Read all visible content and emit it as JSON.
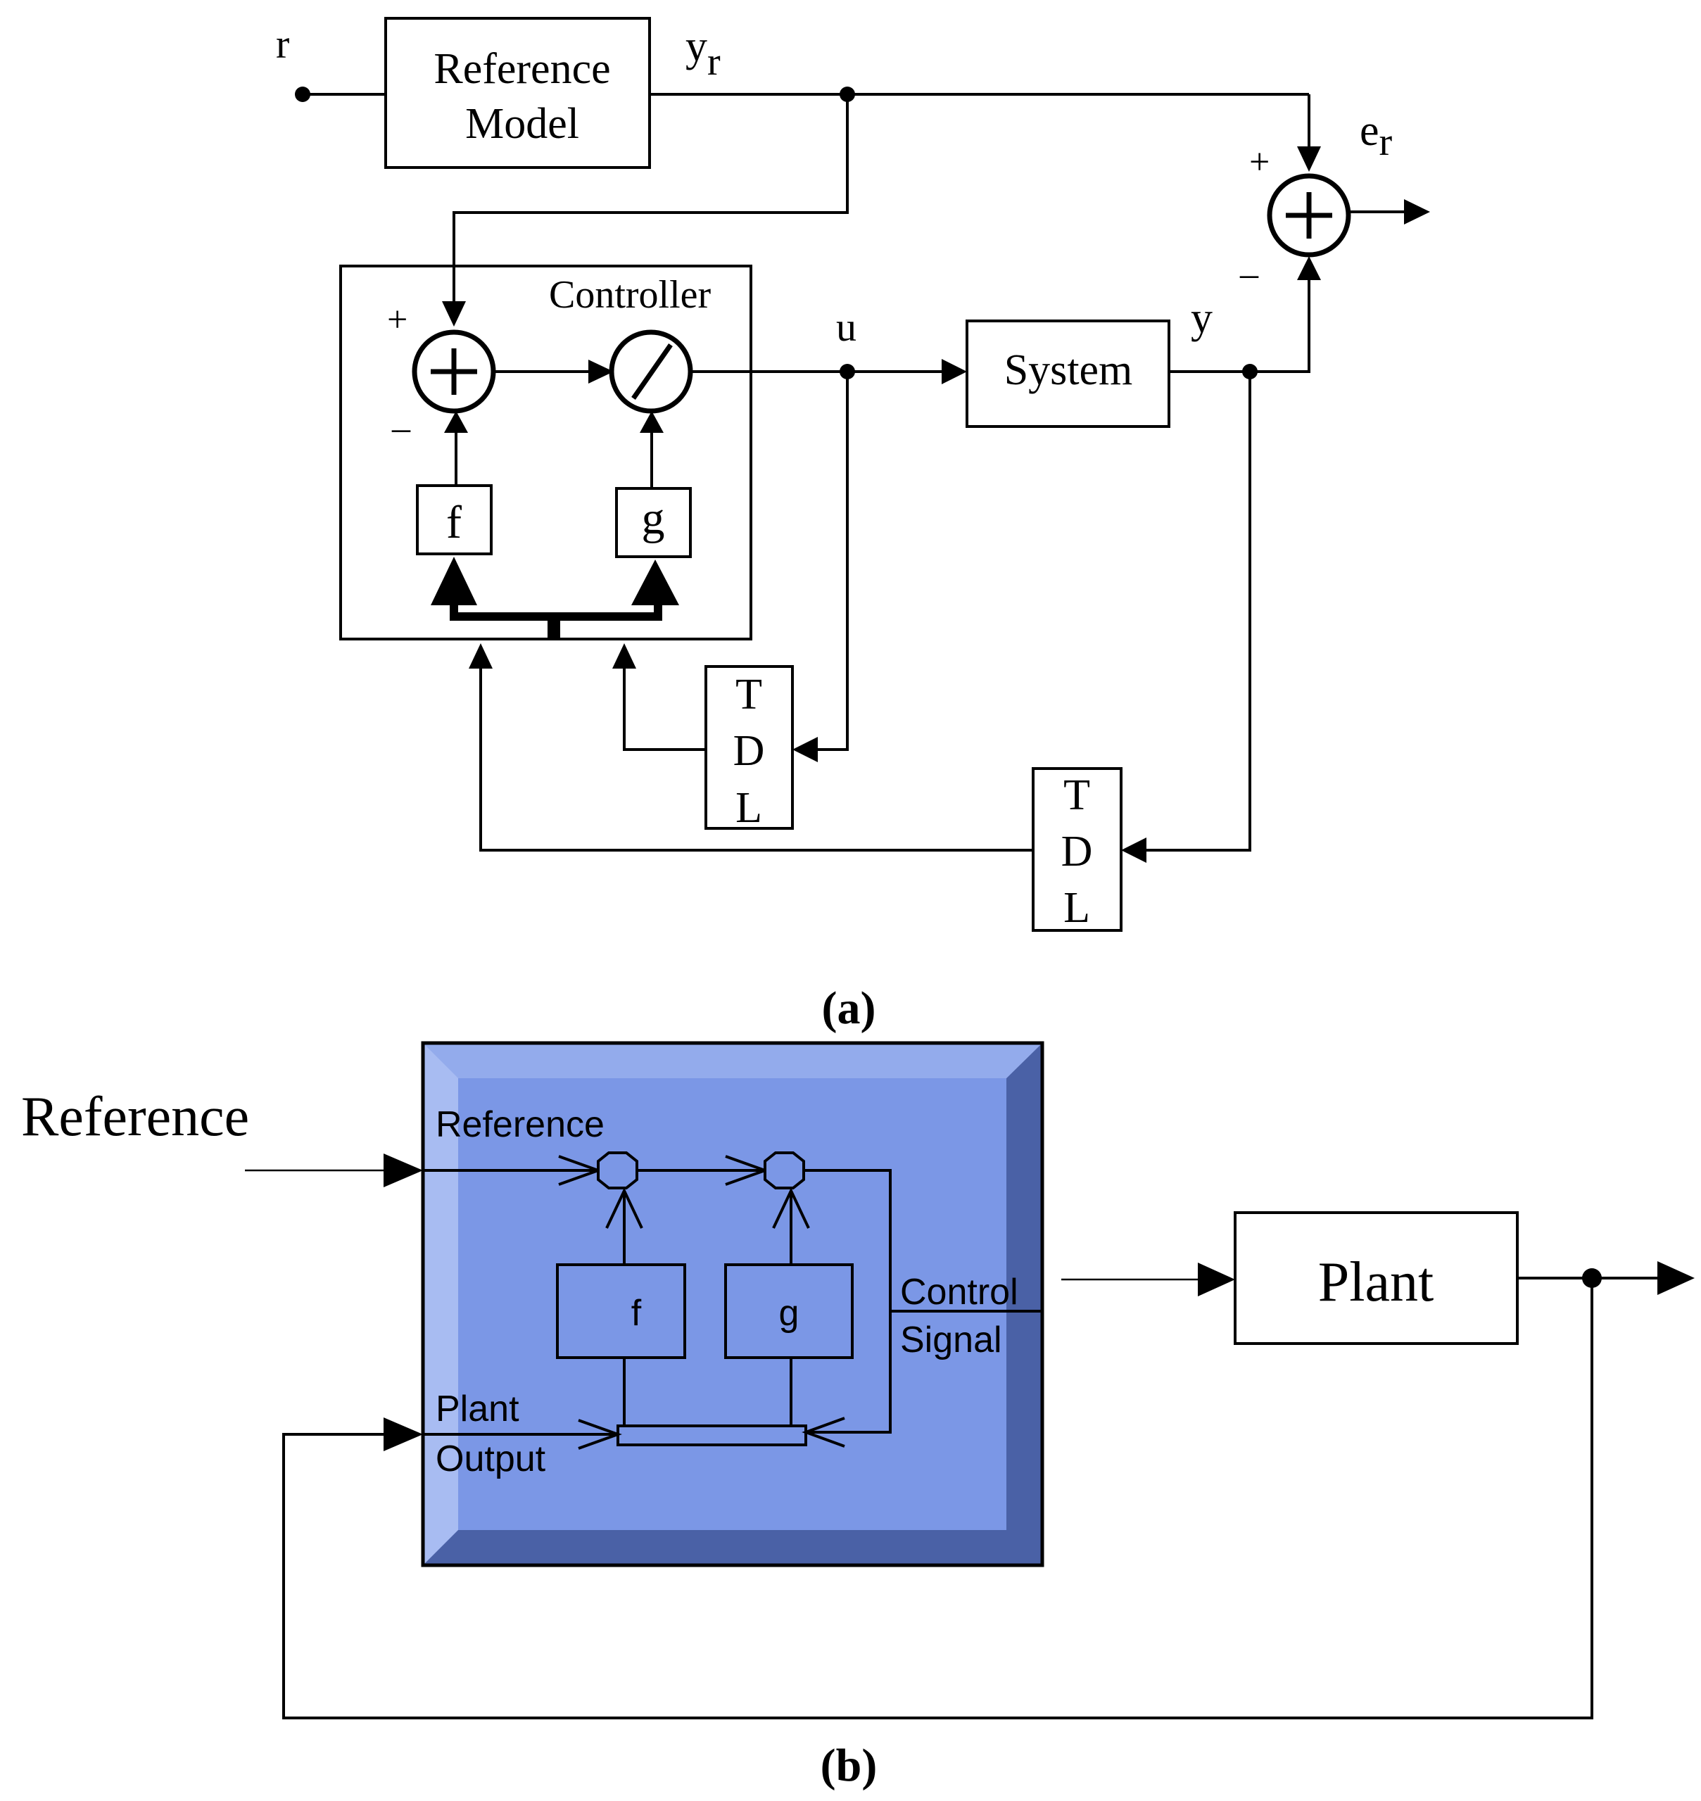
{
  "panel_a": {
    "caption": "(a)",
    "labels": {
      "r": "r",
      "yr_base": "y",
      "yr_sub": "r",
      "er_base": "e",
      "er_sub": "r",
      "u": "u",
      "y": "y",
      "plus_top": "+",
      "minus_top": "–",
      "plus_ctrl": "+",
      "minus_ctrl": "–"
    },
    "reference_model": {
      "line1": "Reference",
      "line2": "Model"
    },
    "controller": {
      "title": "Controller",
      "f": "f",
      "g": "g"
    },
    "system": "System",
    "tdl_u": {
      "l1": "T",
      "l2": "D",
      "l3": "L"
    },
    "tdl_y": {
      "l1": "T",
      "l2": "D",
      "l3": "L"
    }
  },
  "panel_b": {
    "caption": "(b)",
    "reference": "Reference",
    "inner_reference": "Reference",
    "f": "f",
    "g": "g",
    "control_signal_1": "Control",
    "control_signal_2": "Signal",
    "plant_output_1": "Plant",
    "plant_output_2": "Output",
    "plant": "Plant"
  },
  "colors": {
    "line": "#000000",
    "block_face": "#7b97e6",
    "block_light": "#a8bcf2",
    "block_dark": "#4a61a6",
    "block_top": "#93abec"
  }
}
